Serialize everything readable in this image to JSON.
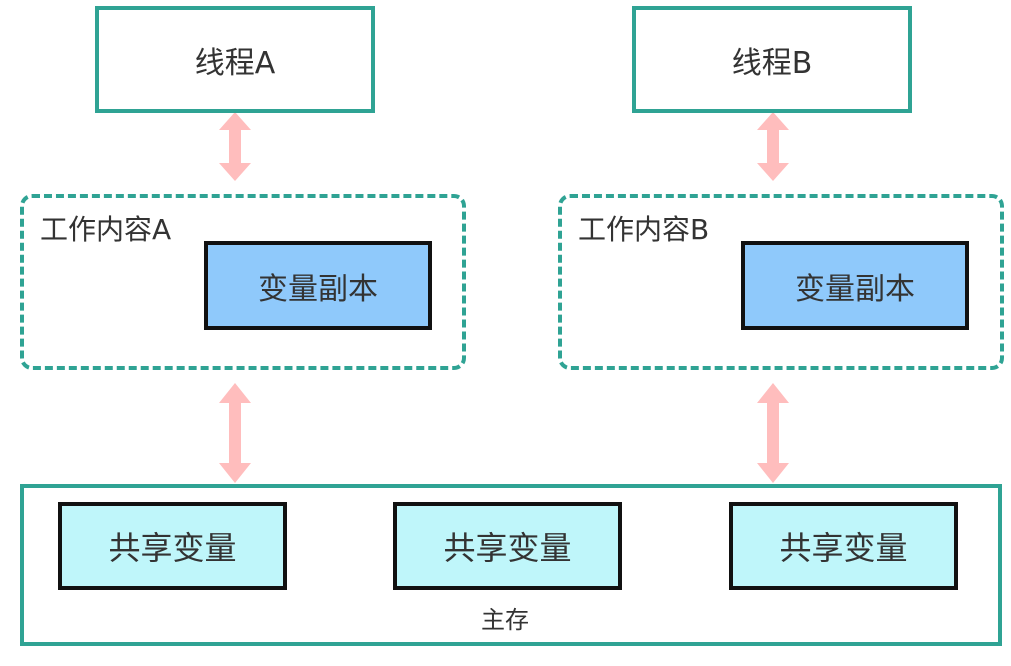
{
  "threads": [
    {
      "label": "线程A"
    },
    {
      "label": "线程B"
    }
  ],
  "work_memories": [
    {
      "label": "工作内容A",
      "copy_label": "变量副本"
    },
    {
      "label": "工作内容B",
      "copy_label": "变量副本"
    }
  ],
  "main_memory": {
    "label": "主存",
    "shared_vars": [
      {
        "label": "共享变量"
      },
      {
        "label": "共享变量"
      },
      {
        "label": "共享变量"
      }
    ]
  },
  "colors": {
    "teal_border": "#2fa394",
    "copy_fill": "#8fc9fb",
    "shared_fill": "#bff6fa",
    "arrow": "#ffbdbd"
  }
}
